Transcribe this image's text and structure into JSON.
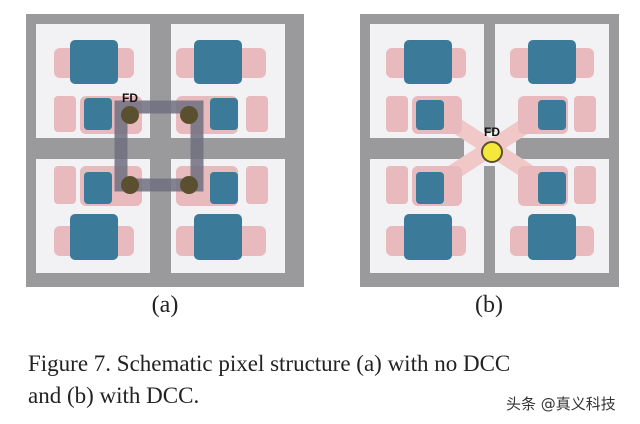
{
  "figure": {
    "panel_a": {
      "sub_label": "(a)",
      "fd_label": "FD"
    },
    "panel_b": {
      "sub_label": "(b)",
      "fd_label": "FD"
    },
    "caption_line1": "Figure 7. Schematic pixel structure (a) with no DCC",
    "caption_line2": "and (b) with DCC.",
    "watermark": "头条 @真义科技"
  },
  "colors": {
    "frame_gray": "#9a9a9c",
    "cell_white": "#f2f1f4",
    "pink": "#e8b9bd",
    "blue": "#3b7a98",
    "fd_node_a": "#5a5030",
    "fd_node_b": "#f6e83a",
    "bus_gray": "#6e6e80",
    "cross_pink": "#f0c8c8"
  }
}
